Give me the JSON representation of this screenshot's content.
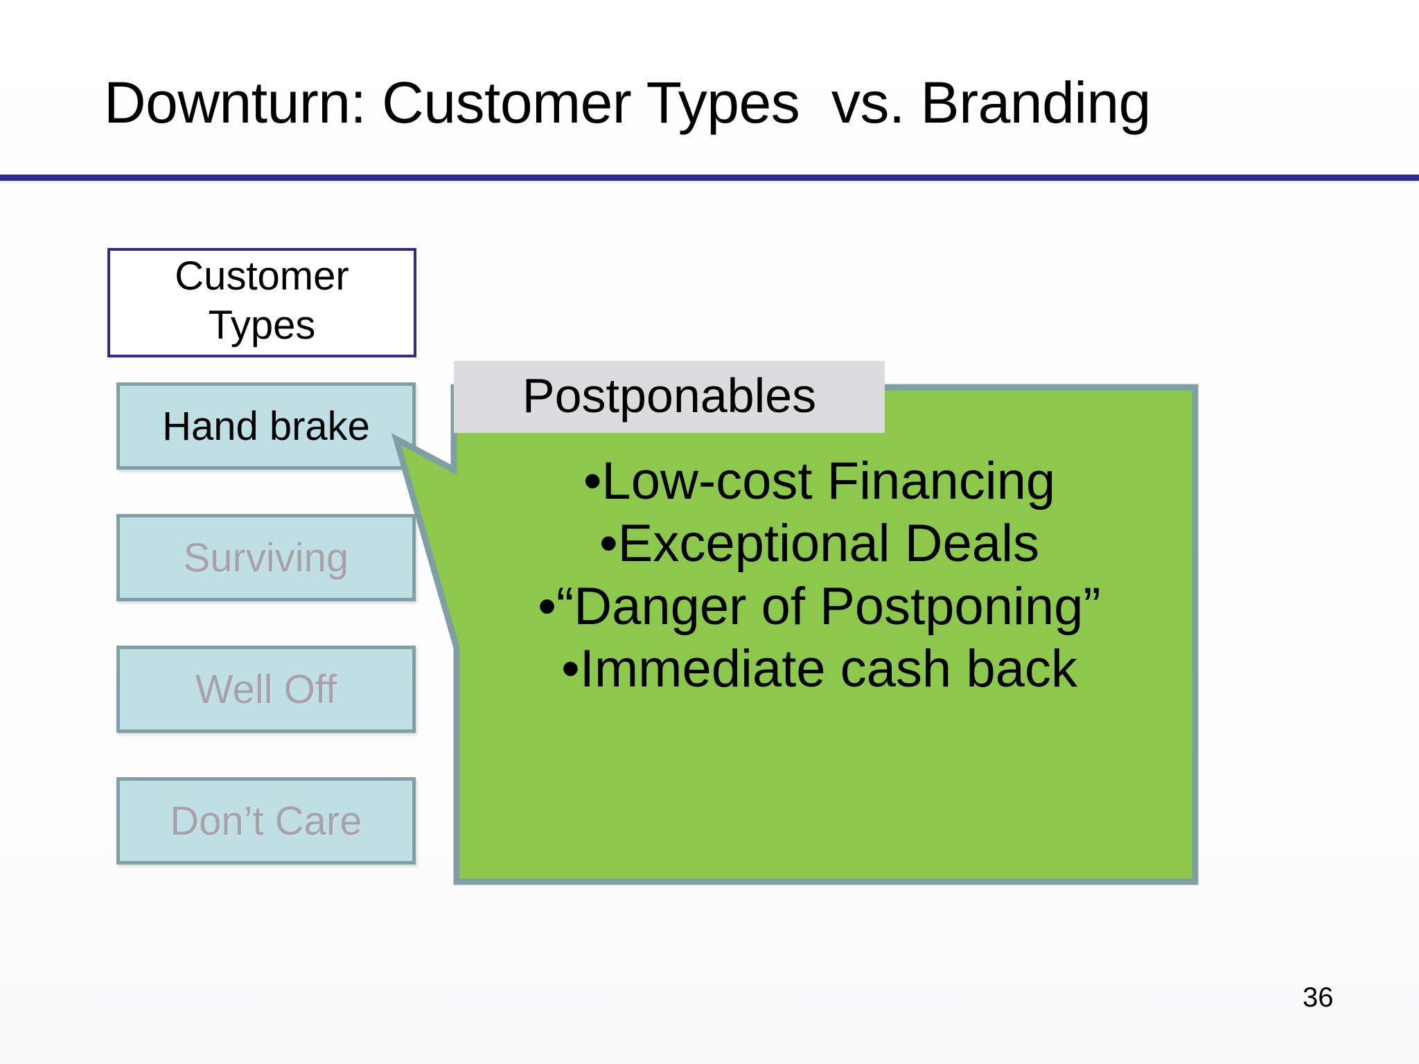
{
  "slide": {
    "title": "Downturn: Customer Types  vs. Branding",
    "page_number": "36"
  },
  "colors": {
    "rule": "#2C2C8E",
    "customer_types_border": "#2C2C8E",
    "type_box_fill": "#BEDFE3",
    "type_box_border": "#7F9FA4",
    "type_label_dim": "#A9A1A9",
    "type_label_active": "#000000",
    "callout_fill": "#8CC84B",
    "callout_border": "#7F9FA4",
    "postponables_fill": "#DCDCDE",
    "text": "#000000"
  },
  "customer_types": {
    "header_label": "Customer\nTypes",
    "items": [
      {
        "label": "Hand brake",
        "state": "active"
      },
      {
        "label": "Surviving",
        "state": "dimmed"
      },
      {
        "label": "Well Off",
        "state": "dimmed"
      },
      {
        "label": "Don’t Care",
        "state": "dimmed"
      }
    ]
  },
  "callout": {
    "header": "Postponables",
    "bullet_marker": "•",
    "bullets": [
      "Low-cost Financing",
      "Exceptional Deals",
      "“Danger of Postponing”",
      "Immediate cash back"
    ]
  }
}
